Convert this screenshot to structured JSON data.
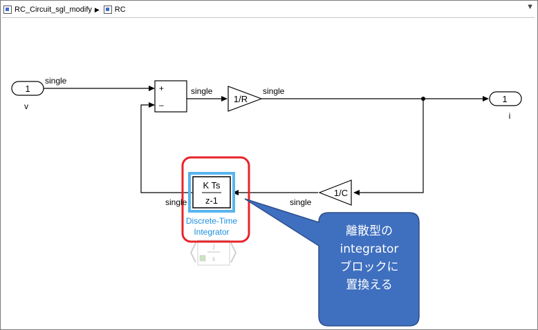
{
  "breadcrumb": {
    "items": [
      {
        "label": "RC_Circuit_sgl_modify",
        "icon": "model-icon"
      },
      {
        "label": "RC",
        "icon": "subsystem-icon"
      }
    ],
    "separator_icon": "chevron-right-icon",
    "collapse_icon": "chevron-down-icon"
  },
  "blocks": {
    "inport": {
      "number": "1",
      "name": "v"
    },
    "sum": {
      "sign_plus": "+",
      "sign_minus": "–"
    },
    "gain_r": {
      "label": "1/R"
    },
    "outport": {
      "number": "1",
      "name": "i"
    },
    "gain_c": {
      "label": "1/C"
    },
    "integrator": {
      "numerator": "K Ts",
      "denominator": "z-1",
      "name_line1": "Discrete-Time",
      "name_line2": "Integrator"
    },
    "ghost_integrator": {
      "numerator": "1",
      "denominator": "s"
    }
  },
  "signals": {
    "s1": "single",
    "s2": "single",
    "s3": "single",
    "s4": "single",
    "s5": "single"
  },
  "callout": {
    "lines": [
      "離散型の",
      "integrator",
      "ブロックに",
      "置換える"
    ]
  },
  "colors": {
    "highlight_red": "#e8232a",
    "selected_blue": "#59b4f0",
    "callout_fill": "#3f6fbf",
    "callout_border": "#2e4f8a",
    "name_blue": "#1b8fe0"
  }
}
